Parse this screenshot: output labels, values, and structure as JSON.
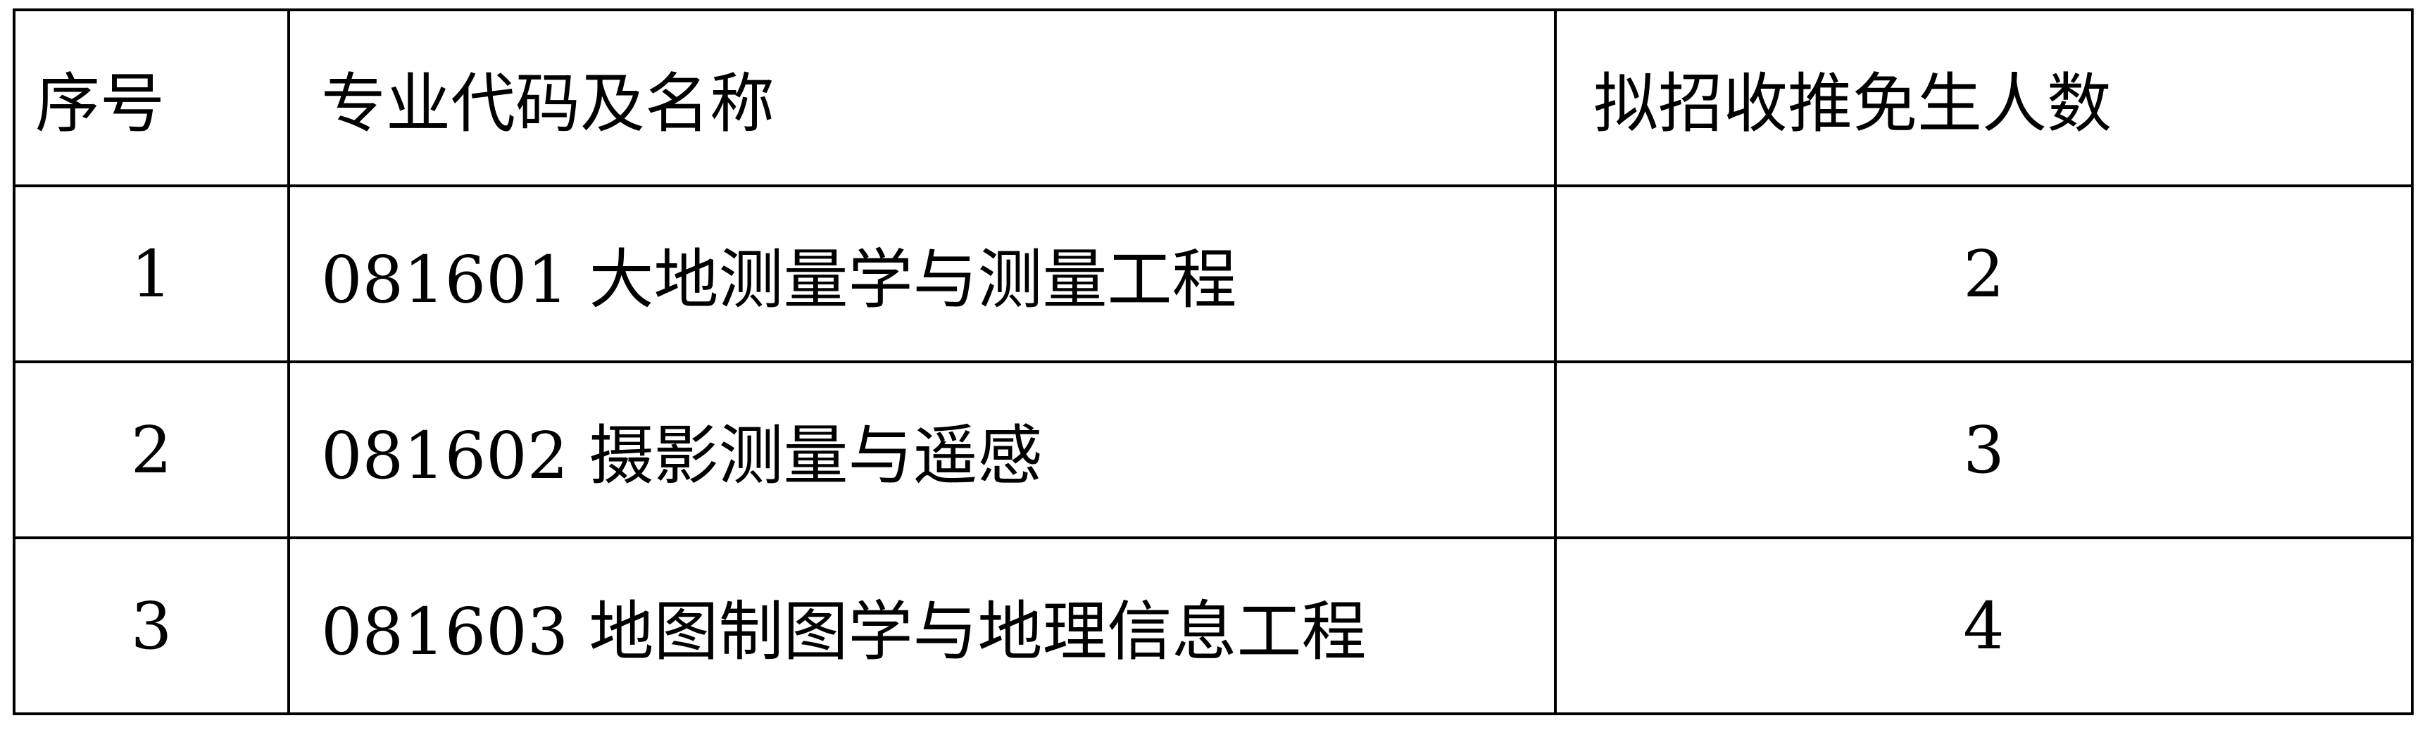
{
  "table": {
    "headers": [
      "序号",
      "专业代码及名称",
      "拟招收推免生人数"
    ],
    "rows": [
      {
        "index": "1",
        "major": "081601 大地测量学与测量工程",
        "count": "2"
      },
      {
        "index": "2",
        "major": "081602 摄影测量与遥感",
        "count": "3"
      },
      {
        "index": "3",
        "major": "081603 地图制图学与地理信息工程",
        "count": "4"
      }
    ]
  }
}
